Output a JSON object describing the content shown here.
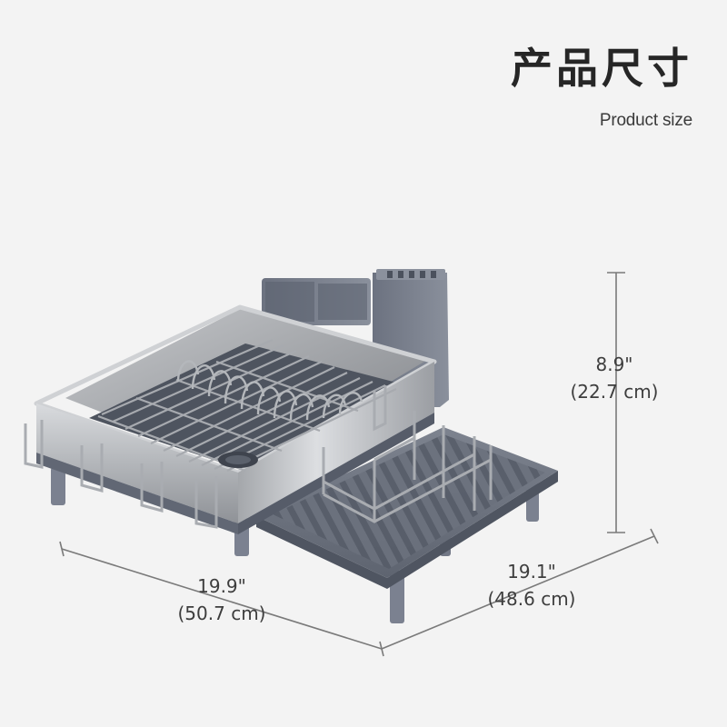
{
  "header": {
    "title_cn": "产品尺寸",
    "title_en": "Product size"
  },
  "dimensions": {
    "height": {
      "inch": "8.9\"",
      "cm": "(22.7 cm)"
    },
    "width": {
      "inch": "19.9\"",
      "cm": "(50.7 cm)"
    },
    "depth": {
      "inch": "19.1\"",
      "cm": "(48.6 cm)"
    }
  },
  "product": {
    "name": "dish-drying-rack",
    "colors": {
      "tray": "#6d7380",
      "tray_dark": "#4f5561",
      "steel": "#b9bcc0",
      "steel_dark": "#8e9196",
      "wire": "#9a9da2"
    }
  }
}
